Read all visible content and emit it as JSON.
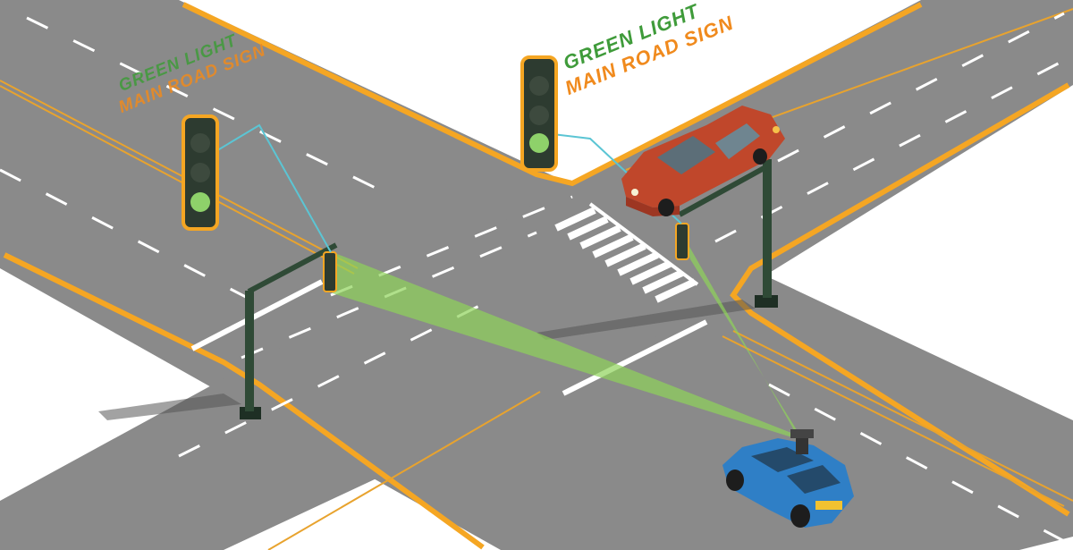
{
  "labels": {
    "left_primary": "GREEN LIGHT",
    "left_secondary": "MAIN ROAD SIGN",
    "right_primary": "GREEN LIGHT",
    "right_secondary": "MAIN ROAD SIGN"
  },
  "colors": {
    "road": "#8a8a8a",
    "road_edge": "#f5a623",
    "lane_marking": "#ffffff",
    "center_line": "#e8a32e",
    "primary_label": "#3f9b3a",
    "secondary_label": "#f08a1d",
    "signal_housing": "#2d3b30",
    "signal_pole": "#2f4a36",
    "signal_border": "#f5a623",
    "green_lamp": "#8ed16a",
    "detection_beam": "#8fd35a",
    "connector_line": "#5bc5d4",
    "sedan_body": "#c0472b",
    "hatchback_body": "#2f7fc6"
  },
  "icons": {
    "left_signal": "traffic-light-icon",
    "right_signal": "traffic-light-icon",
    "sedan": "car-icon",
    "hatchback": "car-icon",
    "sensor": "camera-sensor-icon"
  }
}
